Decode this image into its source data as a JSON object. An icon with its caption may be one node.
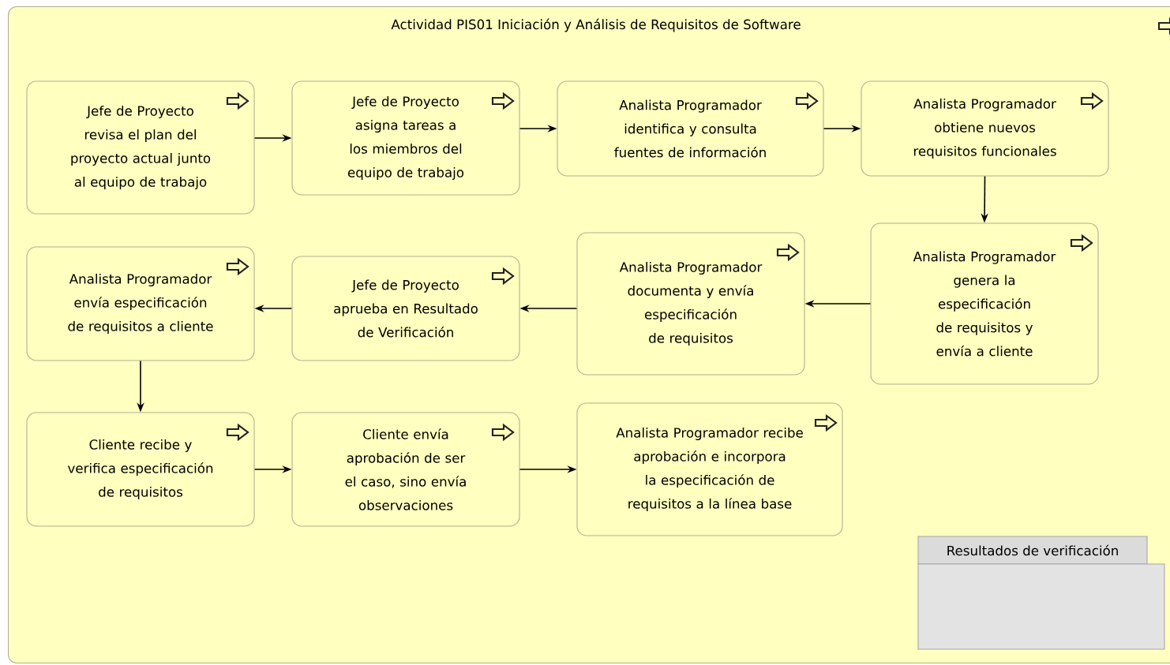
{
  "diagram": {
    "nodes": [
      {
        "text": [
          "Actividad PIS01 Iniciación y Análisis de Requisitos de Software"
        ]
      },
      {
        "text": [
          "Jefe de Proyecto revisa el plan del proyecto actual junto al equipo de trabajo"
        ],
        "in": 0
      },
      {
        "text": [
          "Jefe de Proyecto asigna tareas a los miembros del equipo de trabajo"
        ],
        "in": 0
      },
      {
        "text": [
          "Analista Programador identifica y consulta fuentes de información"
        ],
        "in": 0
      },
      {
        "text": [
          "Analista Programador obtiene nuevos requisitos funcionales"
        ],
        "in": 0
      },
      {
        "text": [
          "Analista Programador envía especificación de requisitos a cliente"
        ],
        "in": 0
      },
      {
        "text": [
          "Jefe de Proyecto aprueba en Resultado de Verificación"
        ],
        "in": 0
      },
      {
        "text": [
          "Analista Programador documenta y envía especificación de requisitos"
        ],
        "in": 0
      },
      {
        "text": [
          "Analista Programador genera la especificación de requisitos y envía a cliente"
        ],
        "in": 0
      },
      {
        "text": [
          "Cliente recibe y verifica especificación de requisitos"
        ],
        "in": 0
      },
      {
        "text": [
          "Cliente envía aprobación de ser el caso, sino envía observaciones"
        ],
        "in": 0
      },
      {
        "text": [
          "Analista Programador recibe aprobación e incorpora la especificación de requisitos a la línea base"
        ],
        "in": 0
      },
      {
        "text": [
          "Resultados de verificación"
        ],
        "in": 0
      }
    ],
    "edges": [
      {
        "from": 1,
        "to": 2,
        "arrow": "to"
      },
      {
        "from": 2,
        "to": 3,
        "arrow": "to"
      },
      {
        "from": 3,
        "to": 4,
        "arrow": "to"
      },
      {
        "from": 4,
        "to": 8,
        "arrow": "to"
      },
      {
        "from": 8,
        "to": 7,
        "arrow": "to"
      },
      {
        "from": 7,
        "to": 6,
        "arrow": "to"
      },
      {
        "from": 6,
        "to": 5,
        "arrow": "to"
      },
      {
        "from": 5,
        "to": 9,
        "arrow": "to"
      },
      {
        "from": 9,
        "to": 10,
        "arrow": "to"
      },
      {
        "from": 10,
        "to": 11,
        "arrow": "to"
      }
    ]
  }
}
